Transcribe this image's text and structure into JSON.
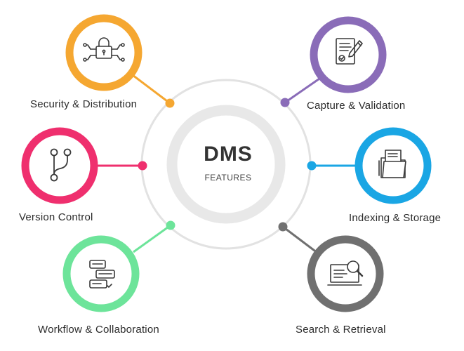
{
  "center": {
    "title": "DMS",
    "subtitle": "FEATURES"
  },
  "features": [
    {
      "key": "security",
      "label": "Security & Distribution",
      "color": "#f5a731",
      "icon": "lock-network-icon"
    },
    {
      "key": "capture",
      "label": "Capture & Validation",
      "color": "#8a6cb8",
      "icon": "signed-document-icon"
    },
    {
      "key": "version",
      "label": "Version Control",
      "color": "#ef2f6e",
      "icon": "branch-icon"
    },
    {
      "key": "indexing",
      "label": "Indexing & Storage",
      "color": "#1aa6e4",
      "icon": "folder-files-icon"
    },
    {
      "key": "workflow",
      "label": "Workflow & Collaboration",
      "color": "#6de49a",
      "icon": "chat-messages-icon"
    },
    {
      "key": "search",
      "label": "Search & Retrieval",
      "color": "#707070",
      "icon": "search-screen-icon"
    }
  ]
}
